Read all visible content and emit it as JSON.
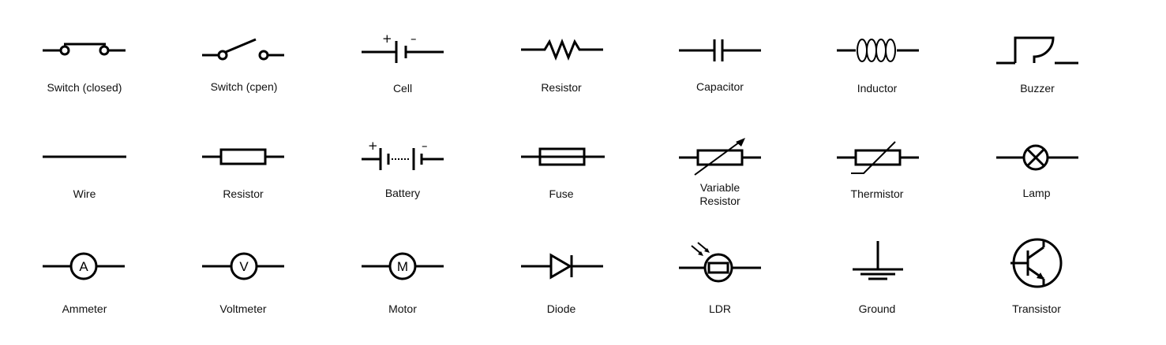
{
  "symbols": [
    {
      "id": "switch-closed",
      "label": "Switch (closed)"
    },
    {
      "id": "switch-open",
      "label": "Switch (cpen)"
    },
    {
      "id": "cell",
      "label": "Cell",
      "plus": "+",
      "minus": "–"
    },
    {
      "id": "resistor-zigzag",
      "label": "Resistor"
    },
    {
      "id": "capacitor",
      "label": "Capacitor"
    },
    {
      "id": "inductor",
      "label": "Inductor"
    },
    {
      "id": "buzzer",
      "label": "Buzzer"
    },
    {
      "id": "wire",
      "label": "Wire"
    },
    {
      "id": "resistor-box",
      "label": "Resistor"
    },
    {
      "id": "battery",
      "label": "Battery",
      "plus": "+",
      "minus": "–"
    },
    {
      "id": "fuse",
      "label": "Fuse"
    },
    {
      "id": "variable-resistor",
      "label_line1": "Variable",
      "label_line2": "Resistor"
    },
    {
      "id": "thermistor",
      "label": "Thermistor"
    },
    {
      "id": "lamp",
      "label": "Lamp"
    },
    {
      "id": "ammeter",
      "label": "Ammeter",
      "letter": "A"
    },
    {
      "id": "voltmeter",
      "label": "Voltmeter",
      "letter": "V"
    },
    {
      "id": "motor",
      "label": "Motor",
      "letter": "M"
    },
    {
      "id": "diode",
      "label": "Diode"
    },
    {
      "id": "ldr",
      "label": "LDR"
    },
    {
      "id": "ground",
      "label": "Ground"
    },
    {
      "id": "transistor",
      "label": "Transistor"
    }
  ]
}
